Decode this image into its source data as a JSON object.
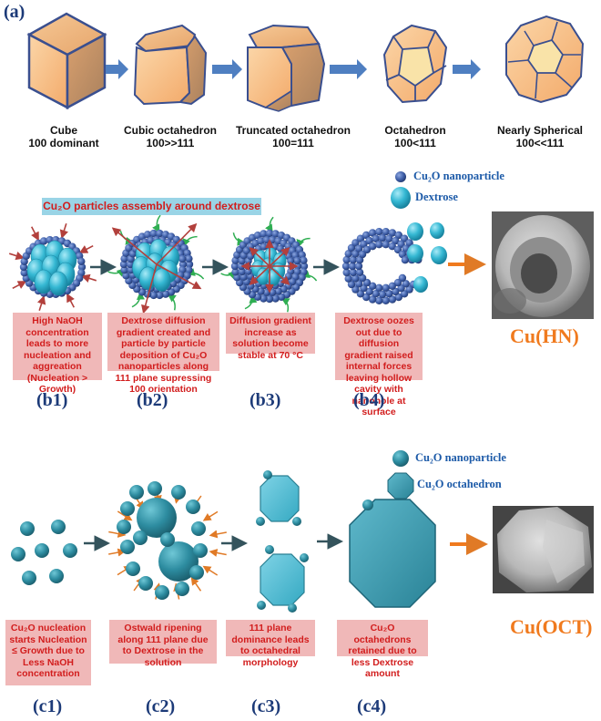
{
  "panel_a": {
    "label": "(a)",
    "shapes": [
      {
        "name": "Cube",
        "ratio": "100 dominant"
      },
      {
        "name": "Cubic octahedron",
        "ratio": "100>>111"
      },
      {
        "name": "Truncated octahedron",
        "ratio": "100=111"
      },
      {
        "name": "Octahedron",
        "ratio": "100<111"
      },
      {
        "name": "Nearly Spherical",
        "ratio": "100<<111"
      }
    ]
  },
  "panel_b": {
    "banner": "Cu₂O particles assembly around dextrose",
    "legend": [
      {
        "label": "Cu₂O nanoparticle"
      },
      {
        "label": "Dextrose"
      }
    ],
    "steps": [
      {
        "label": "(b1)",
        "text": "High NaOH concentration leads to more nucleation and aggreation (Nucleation > Growth)"
      },
      {
        "label": "(b2)",
        "text": "Dextrose diffusion gradient created and particle by particle deposition of Cu₂O nanoparticles along 111 plane supressing 100 orientation"
      },
      {
        "label": "(b3)",
        "text": "Diffusion gradient increase as solution become stable at 70 °C"
      },
      {
        "label": "(b4)",
        "text": "Dextrose oozes out due to diffusion gradient raised internal forces leaving hollow cavity with nanohole at surface"
      }
    ],
    "product": "Cu(HN)"
  },
  "panel_c": {
    "legend": [
      {
        "label": "Cu₂O nanoparticle"
      },
      {
        "label": "Cu₂O octahedron"
      }
    ],
    "steps": [
      {
        "label": "(c1)",
        "text": "Cu₂O nucleation starts Nucleation ≤ Growth due to Less NaOH concentration"
      },
      {
        "label": "(c2)",
        "text": "Ostwald ripening along 111 plane due to Dextrose in the solution"
      },
      {
        "label": "(c3)",
        "text": "111 plane dominance leads to octahedral morphology"
      },
      {
        "label": "(c4)",
        "text": "Cu₂O octahedrons retained due to less Dextrose amount"
      }
    ],
    "product": "Cu(OCT)"
  },
  "colors": {
    "label_blue": "#1c3a78",
    "arrow_blue": "#4f7fc1",
    "cu2o_ball": "#3e5ea8",
    "dextrose": "#35b8d3",
    "teal": "#2d8ca0",
    "orange": "#f07a1e",
    "pink_box": "#f0b8b8",
    "red_text": "#d21d1d",
    "banner": "#9ad4e6"
  }
}
